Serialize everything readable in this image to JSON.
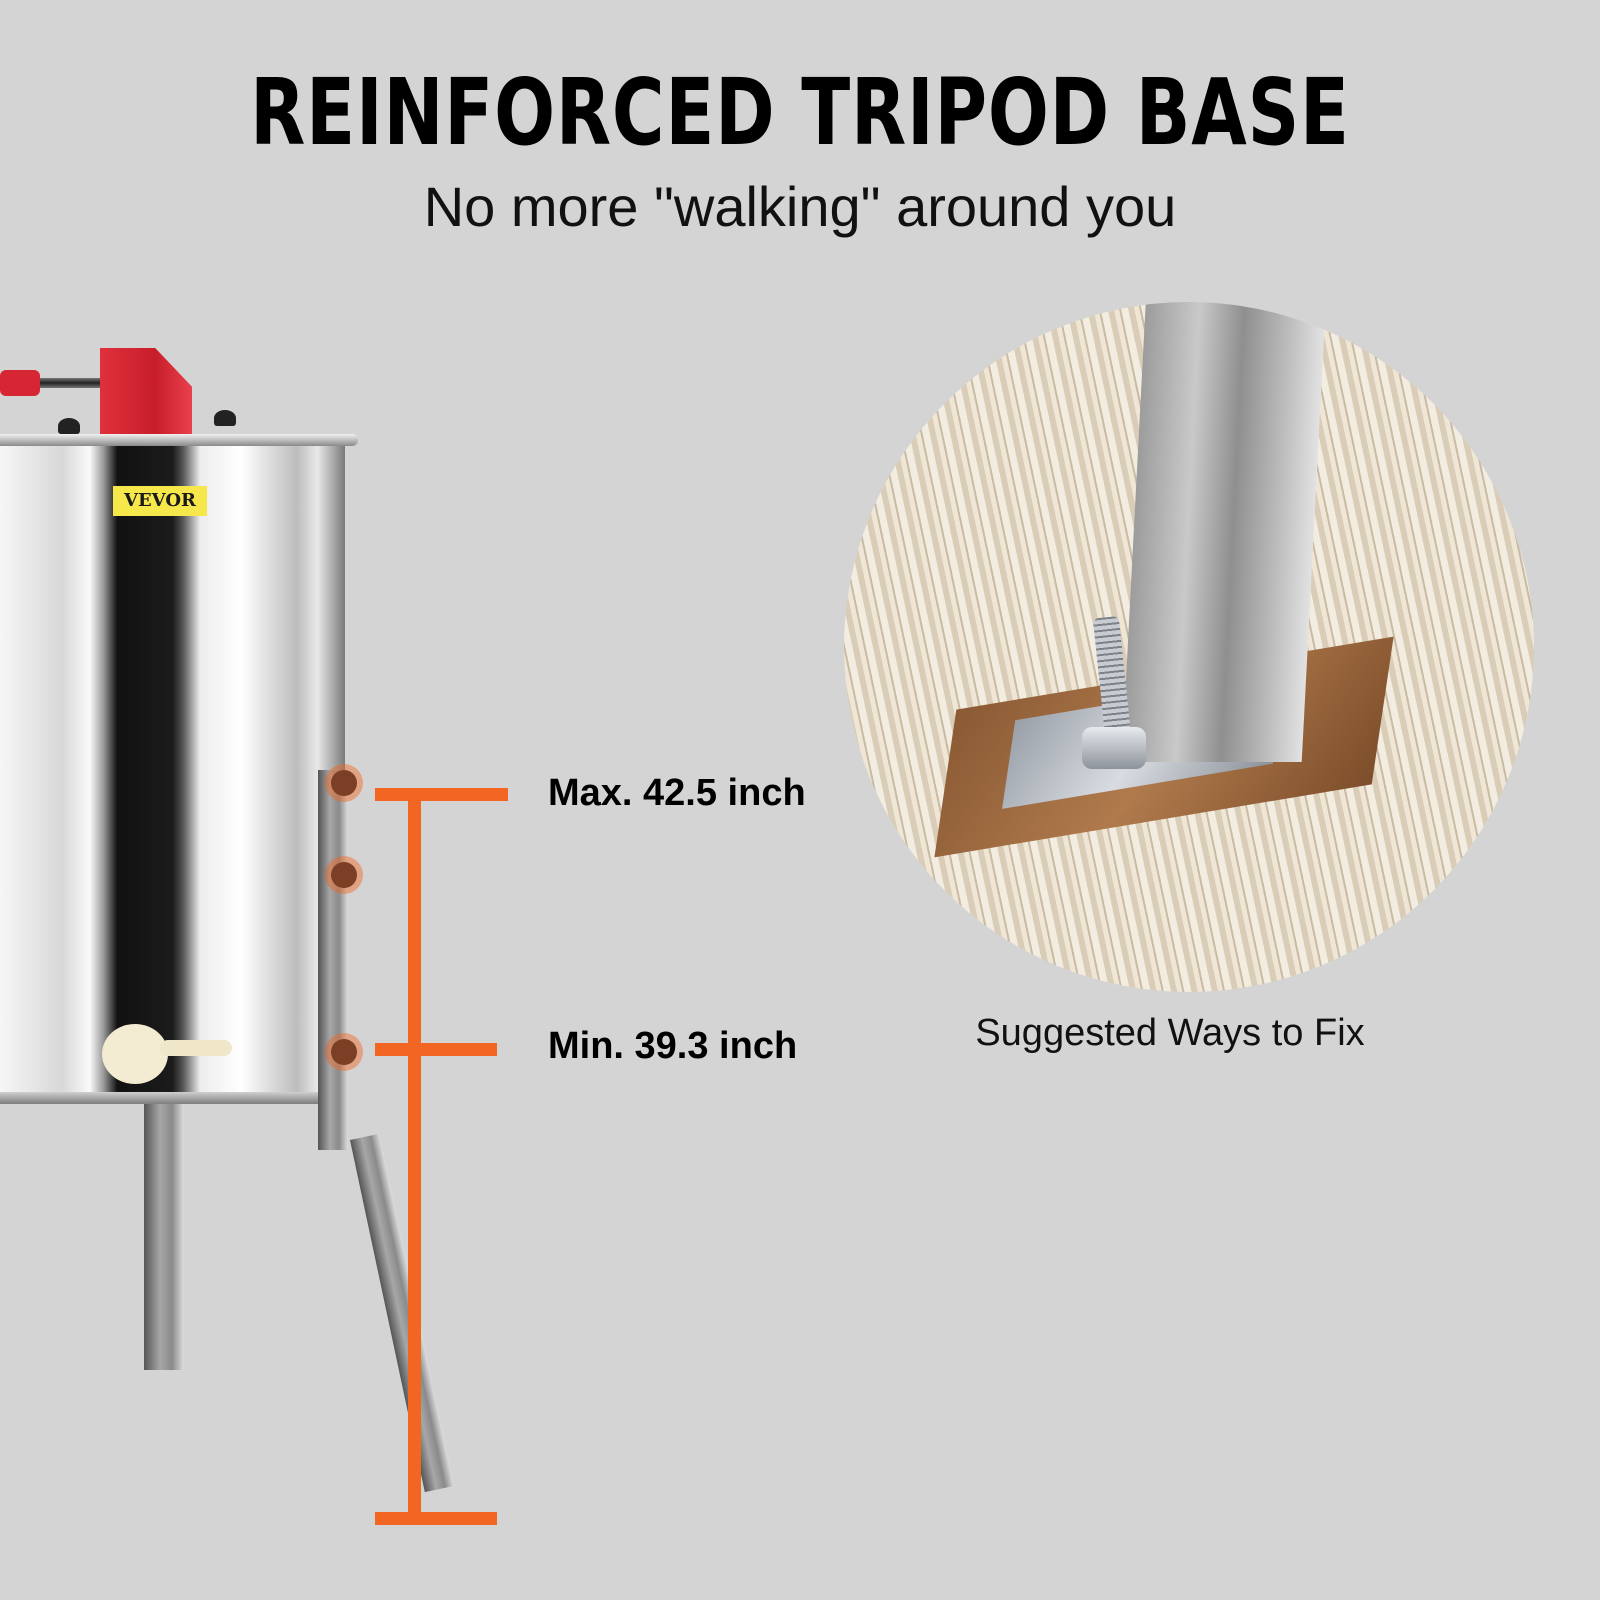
{
  "header": {
    "title": "REINFORCED TRIPOD BASE",
    "subtitle": "No more \"walking\" around you"
  },
  "product": {
    "brand_label": "VEVOR",
    "accent_color": "#d62633"
  },
  "measurement": {
    "max_label": "Max. 42.5 inch",
    "min_label": "Min. 39.3 inch",
    "marker_color": "#f26522"
  },
  "detail": {
    "caption": "Suggested Ways to Fix"
  }
}
